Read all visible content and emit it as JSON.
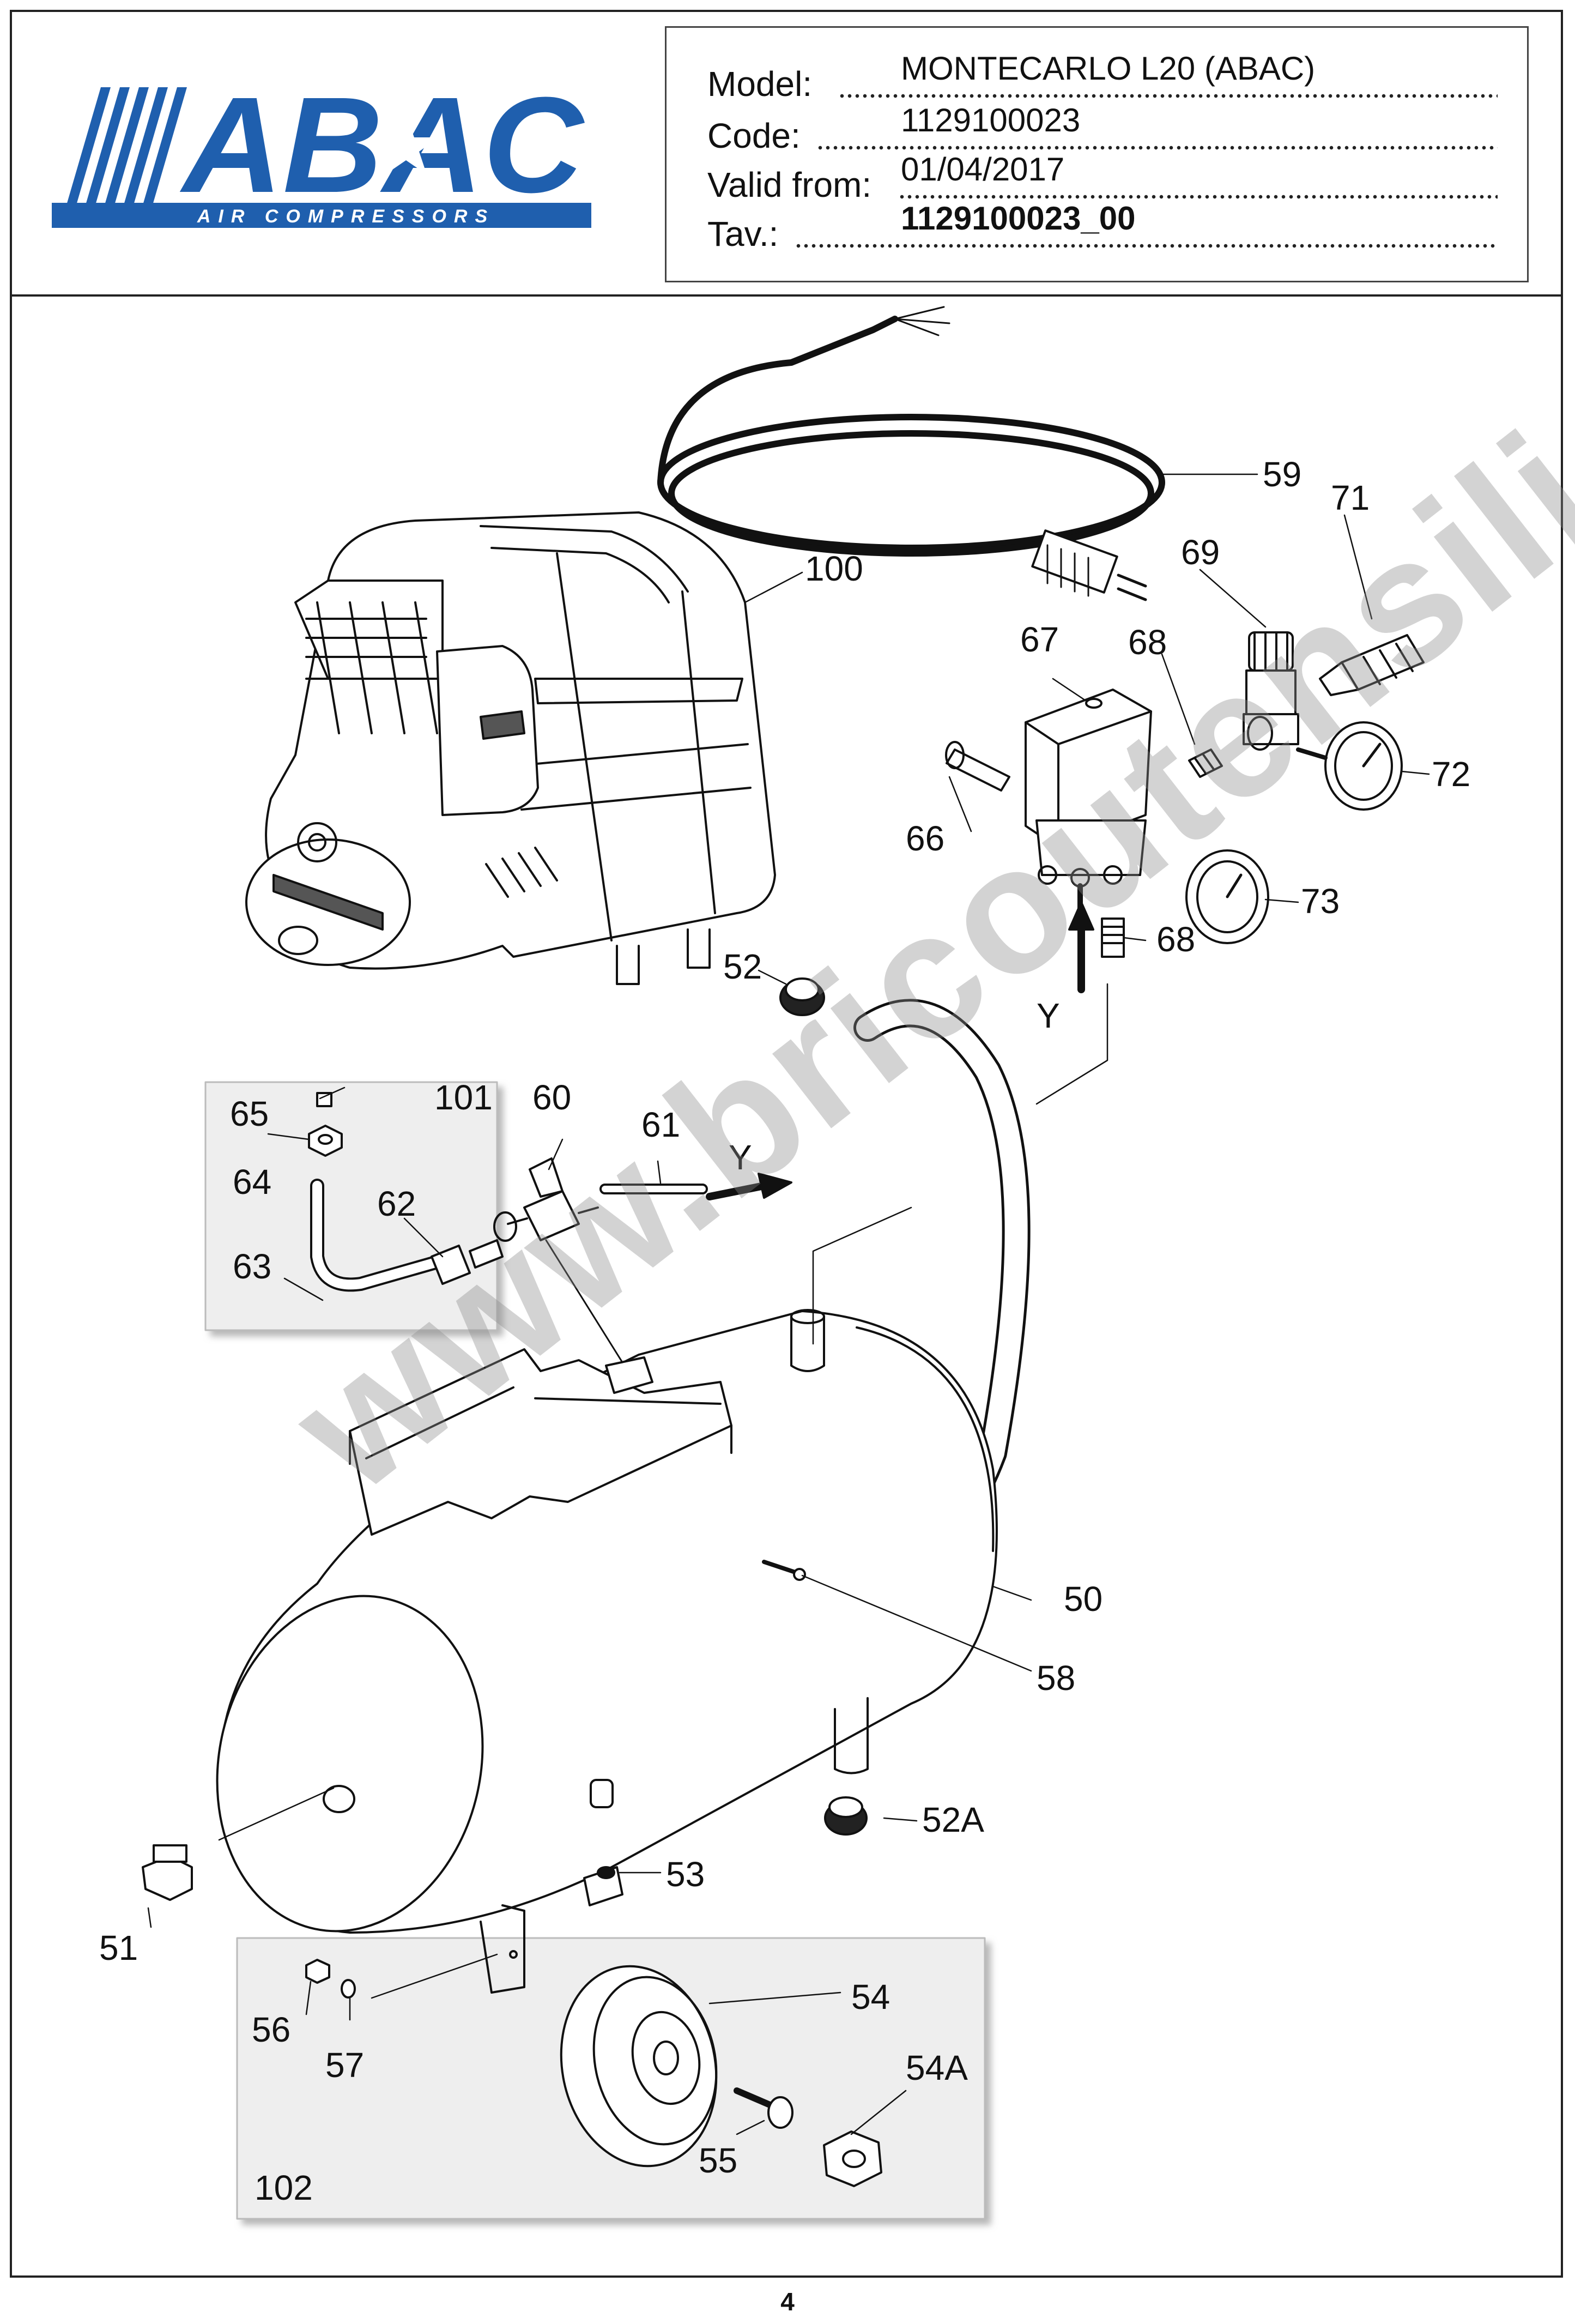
{
  "header": {
    "logo_text": "ABAC",
    "logo_subtitle": "AIR COMPRESSORS",
    "brand_color": "#1f5fae",
    "model_label": "Model:",
    "model_value": "MONTECARLO L20 (ABAC)",
    "code_label": "Code:",
    "code_value": "1129100023",
    "valid_label": "Valid from:",
    "valid_value": "01/04/2017",
    "tav_label": "Tav.:",
    "tav_value": "1129100023_00"
  },
  "watermark": "www.bricoutensili.com",
  "callouts": {
    "c59": "59",
    "c71": "71",
    "c69": "69",
    "c100": "100",
    "c67": "67",
    "c68a": "68",
    "c72": "72",
    "c66": "66",
    "c73": "73",
    "c52": "52",
    "c68b": "68",
    "cY1": "Y",
    "c65": "65",
    "c101": "101",
    "c60": "60",
    "c61": "61",
    "cY2": "Y",
    "c64": "64",
    "c62": "62",
    "c63": "63",
    "c50": "50",
    "c58": "58",
    "c52A": "52A",
    "c51": "51",
    "c53": "53",
    "c54": "54",
    "c56": "56",
    "c57": "57",
    "c54A": "54A",
    "c55": "55",
    "c102": "102"
  },
  "page_number": "4"
}
